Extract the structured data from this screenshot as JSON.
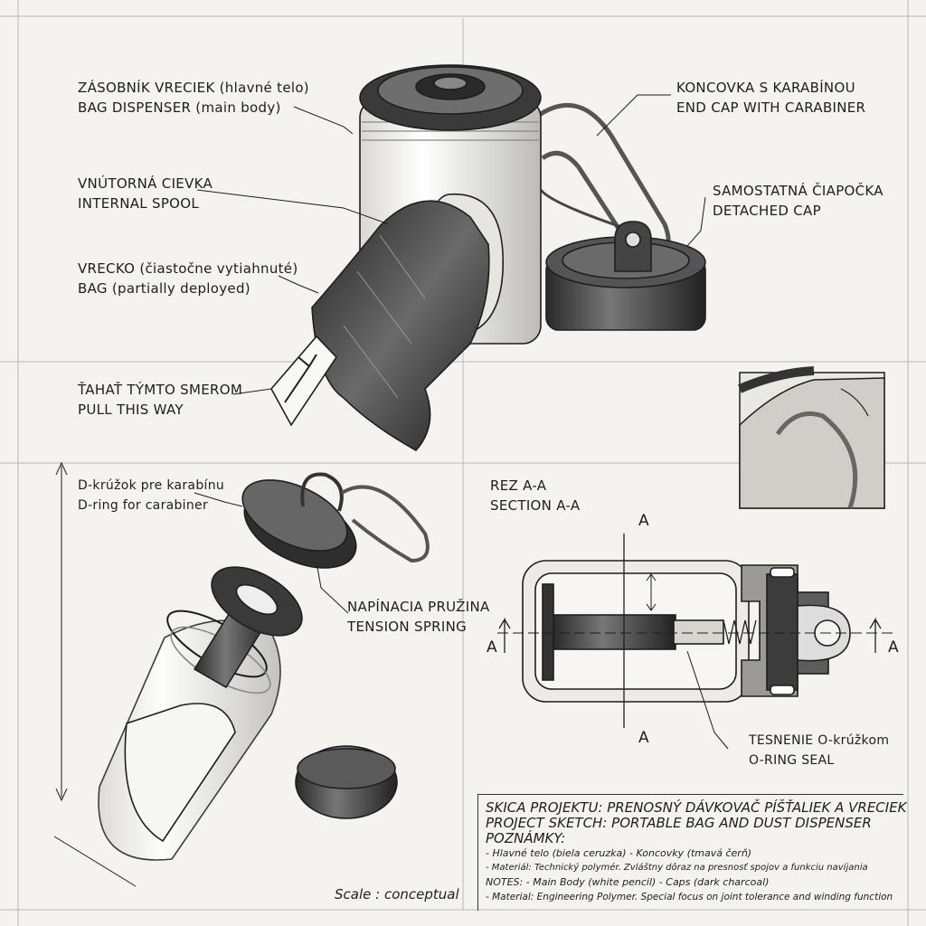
{
  "labels": {
    "bag_dispenser_sk": "ZÁSOBNÍK VRECIEK (hlavné telo)",
    "bag_dispenser_en": "BAG DISPENSER (main body)",
    "end_cap_sk": "KONCOVKA S KARABÍNOU",
    "end_cap_en": "END CAP WITH CARABINER",
    "spool_sk": "VNÚTORNÁ CIEVKA",
    "spool_en": "INTERNAL SPOOL",
    "detached_cap_sk": "SAMOSTATNÁ ČIAPOČKA",
    "detached_cap_en": "DETACHED CAP",
    "bag_sk": "VRECKO (čiastočne vytiahnuté)",
    "bag_en": "BAG (partially deployed)",
    "pull_sk": "ŤAHAŤ TÝMTO SMEROM",
    "pull_en": "PULL THIS WAY",
    "dring_sk": "D-krúžok pre karabínu",
    "dring_en": "D-ring for carabiner",
    "spring_sk": "NAPÍNACIA PRUŽINA",
    "spring_en": "TENSION SPRING",
    "section_sk": "REZ A-A",
    "section_en": "SECTION A-A",
    "oring_sk": "TESNENIE O-krúžkom",
    "oring_en": "O-RING SEAL",
    "section_letter": "A",
    "scale": "Scale : conceptual"
  },
  "title_block": {
    "line1": "SKICA PROJEKTU: PRENOSNÝ DÁVKOVAČ PÍŠŤALIEK A VRECIEK",
    "line2": "PROJECT SKETCH: PORTABLE BAG AND DUST DISPENSER",
    "line3": "POZNÁMKY:",
    "note1": "- Hlavné telo (biela ceruzka) - Koncovky (tmavá čerň)",
    "note2": "- Materiál: Technický polymér. Zvláštny dôraz na presnosť spojov a funkciu navíjania",
    "note3": "NOTES: - Main Body (white pencil) - Caps (dark charcoal)",
    "note4": "- Material: Engineering Polymer. Special focus on joint tolerance and winding function"
  },
  "colors": {
    "paper": "#f4f3ef",
    "ink": "#1e1e1e",
    "charcoal": "#2f2f2f",
    "grid": "#c9c9c4"
  }
}
